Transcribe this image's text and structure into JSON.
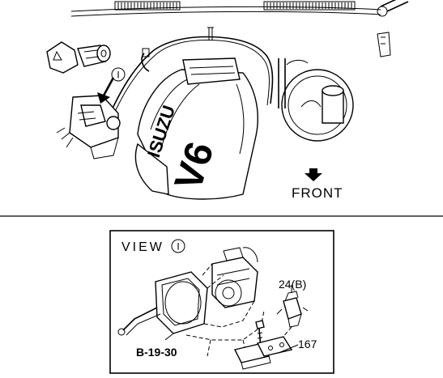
{
  "labels": {
    "circle_ref_top": "I",
    "front": "FRONT",
    "view_title": "VIEW",
    "view_circle_ref": "I",
    "part_24": "24(B)",
    "part_167": "167",
    "part_b1930": "B-19-30",
    "engine_isuzu": "ISUZU",
    "engine_v6": "V6"
  }
}
